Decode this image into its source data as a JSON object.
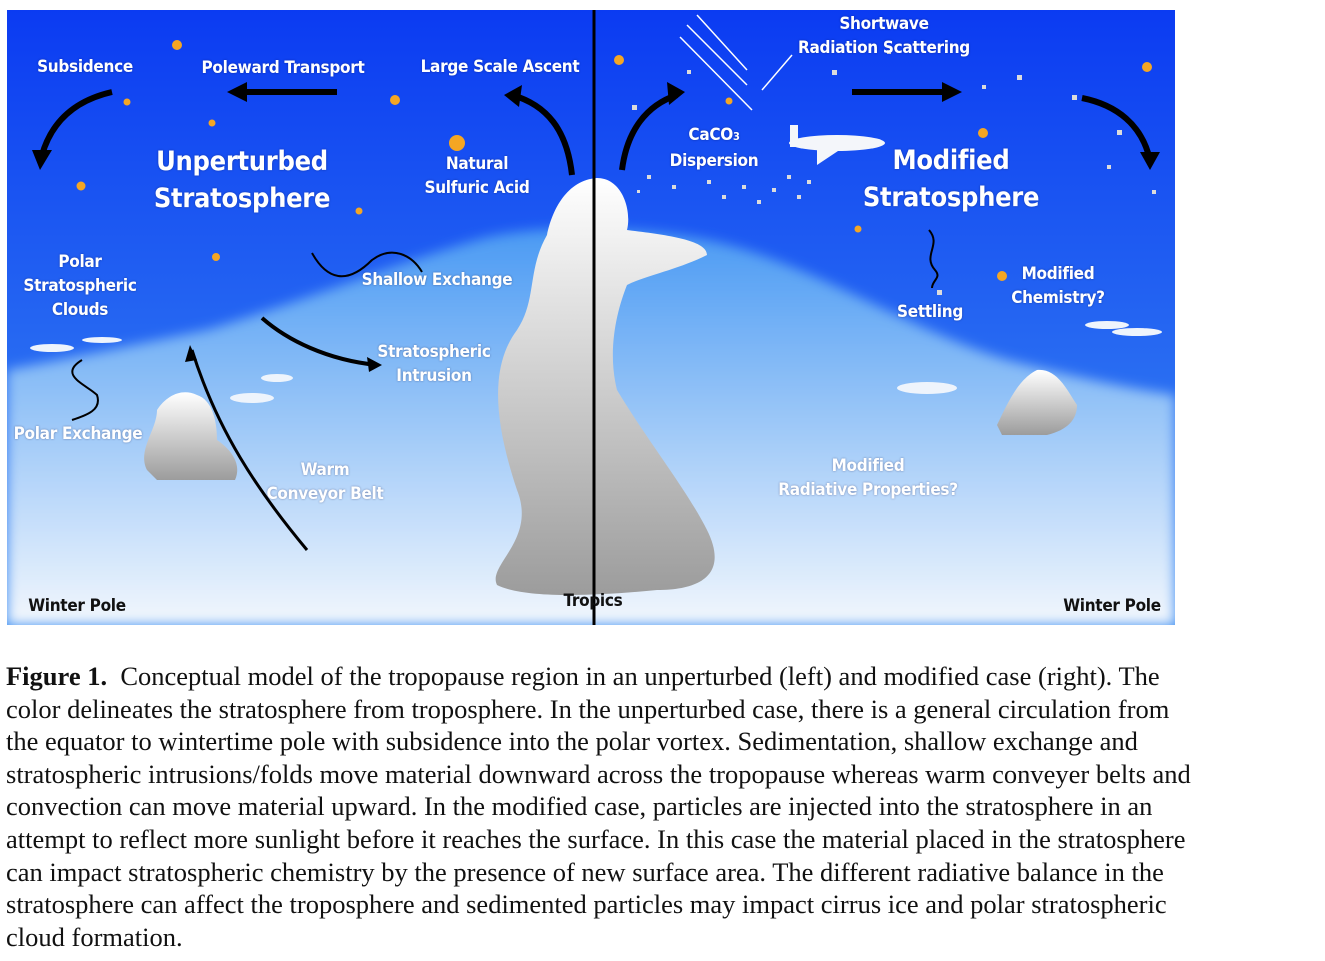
{
  "figure": {
    "labels": {
      "subsidence": "Subsidence",
      "poleward_transport": "Poleward Transport",
      "large_scale_ascent": "Large Scale Ascent",
      "unperturbed_1": "Unperturbed",
      "unperturbed_2": "Stratosphere",
      "natural_1": "Natural",
      "natural_2": "Sulfuric Acid",
      "psc_1": "Polar",
      "psc_2": "Stratospheric",
      "psc_3": "Clouds",
      "shallow_exchange": "Shallow Exchange",
      "intrusion_1": "Stratospheric",
      "intrusion_2": "Intrusion",
      "polar_exchange": "Polar Exchange",
      "wcb_1": "Warm",
      "wcb_2": "Conveyor Belt",
      "shortwave_1": "Shortwave",
      "shortwave_2": "Radiation Scattering",
      "caco3": "CaCO",
      "caco3_sub": "3",
      "dispersion": "Dispersion",
      "modified_1": "Modified",
      "modified_2": "Stratosphere",
      "settling": "Settling",
      "chem_1": "Modified",
      "chem_2": "Chemistry?",
      "rad_1": "Modified",
      "rad_2": "Radiative Properties?",
      "winter_pole_left": "Winter Pole",
      "tropics": "Tropics",
      "winter_pole_right": "Winter Pole"
    },
    "colors": {
      "strat_top": "#0b3bf2",
      "strat_bottom": "#3d8ef2",
      "trop_bottom": "#f2f7fd",
      "particle": "#f5a623"
    }
  },
  "caption": {
    "label": "Figure 1.",
    "lines": [
      "Conceptual model of the tropopause region in an unperturbed (left) and modified case (right). The",
      "color delineates the stratosphere from troposphere. In the unperturbed case, there is a general circulation from",
      "the equator to wintertime pole with subsidence into the polar vortex. Sedimentation, shallow exchange and",
      "stratospheric intrusions/folds move material downward across the tropopause whereas warm conveyer belts and",
      "convection can move material upward. In the modified case, particles are injected into the stratosphere in an",
      "attempt to reflect more sunlight before it reaches the surface. In this case the material placed in the stratosphere",
      "can impact stratospheric chemistry by the presence of new surface area. The different radiative balance in the",
      "stratosphere can affect the troposphere and sedimented particles may impact cirrus ice and polar stratospheric",
      "cloud formation."
    ]
  }
}
